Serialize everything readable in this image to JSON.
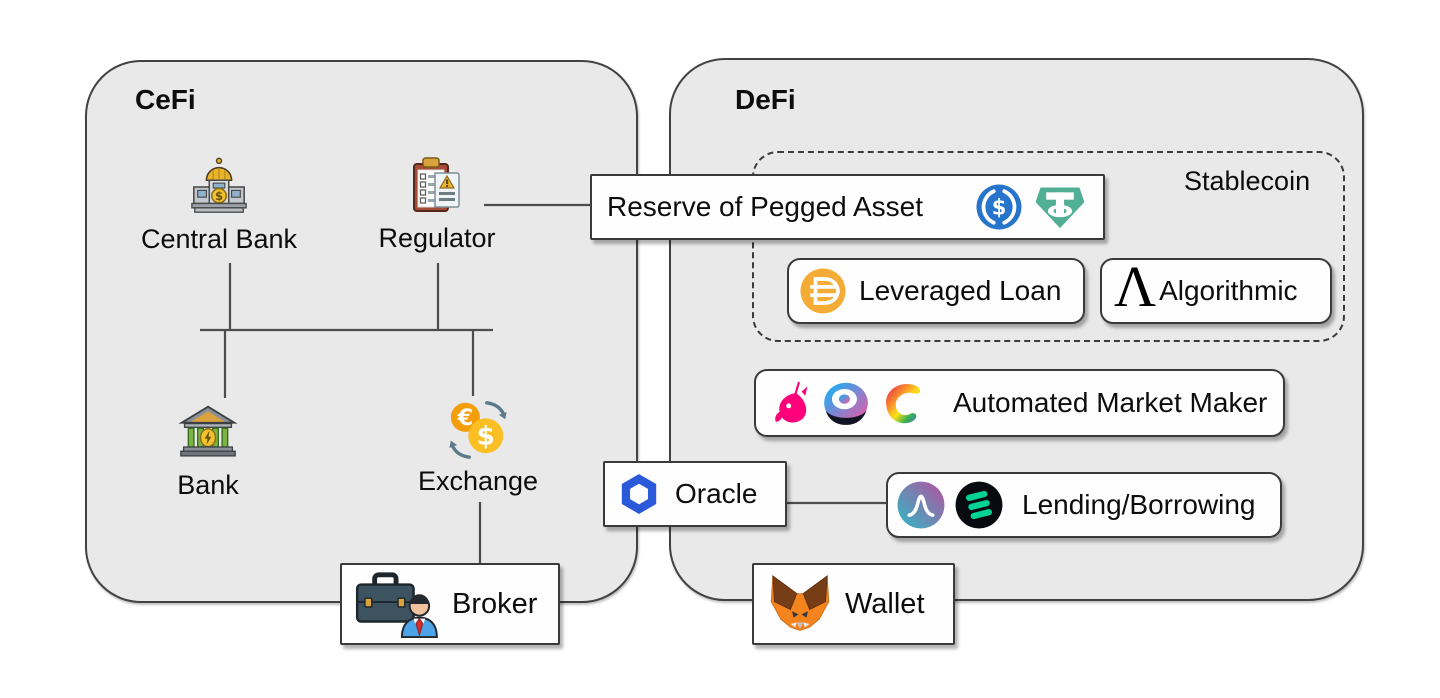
{
  "cefi_panel": {
    "title": "CeFi",
    "central_bank": {
      "label": "Central Bank",
      "icon": "central-bank-building-icon"
    },
    "regulator": {
      "label": "Regulator",
      "icon": "regulator-clipboard-icon"
    },
    "bank": {
      "label": "Bank",
      "icon": "bank-building-icon"
    },
    "exchange": {
      "label": "Exchange",
      "icon": "currency-exchange-icon"
    },
    "broker": {
      "label": "Broker",
      "icon": "broker-briefcase-icon"
    }
  },
  "defi_panel": {
    "title": "DeFi",
    "stablecoin_group": {
      "title": "Stablecoin",
      "reserve_box": {
        "label": "Reserve of Pegged Asset",
        "icons": [
          "usdc-coin-icon",
          "tether-coin-icon"
        ]
      },
      "leveraged_loan_box": {
        "label": "Leveraged Loan",
        "icons": [
          "dai-coin-icon"
        ]
      },
      "algorithmic_box": {
        "label": "Algorithmic",
        "lambda_glyph": "Λ",
        "icons": [
          "lambda-symbol-icon"
        ]
      }
    },
    "amm_box": {
      "label": "Automated Market Maker",
      "icons": [
        "uniswap-icon",
        "sushiswap-icon",
        "curve-icon"
      ]
    },
    "oracle_box": {
      "label": "Oracle",
      "icons": [
        "chainlink-icon"
      ]
    },
    "lending_box": {
      "label": "Lending/Borrowing",
      "icons": [
        "aave-icon",
        "compound-icon"
      ]
    },
    "wallet_box": {
      "label": "Wallet",
      "icons": [
        "metamask-fox-icon"
      ]
    }
  },
  "colors": {
    "panel_fill": "#e9e9e9",
    "panel_border": "#424242",
    "box_border": "#3a3a3a",
    "usdc_blue": "#2775ca",
    "tether_green": "#50af95",
    "dai_orange": "#f5ac37",
    "chainlink_blue": "#2a5ada",
    "aave_teal": "#2ebac6",
    "aave_purple": "#b6509e",
    "compound_green": "#00d395",
    "metamask_orange": "#f5841f",
    "uniswap_pink": "#ff007a"
  }
}
